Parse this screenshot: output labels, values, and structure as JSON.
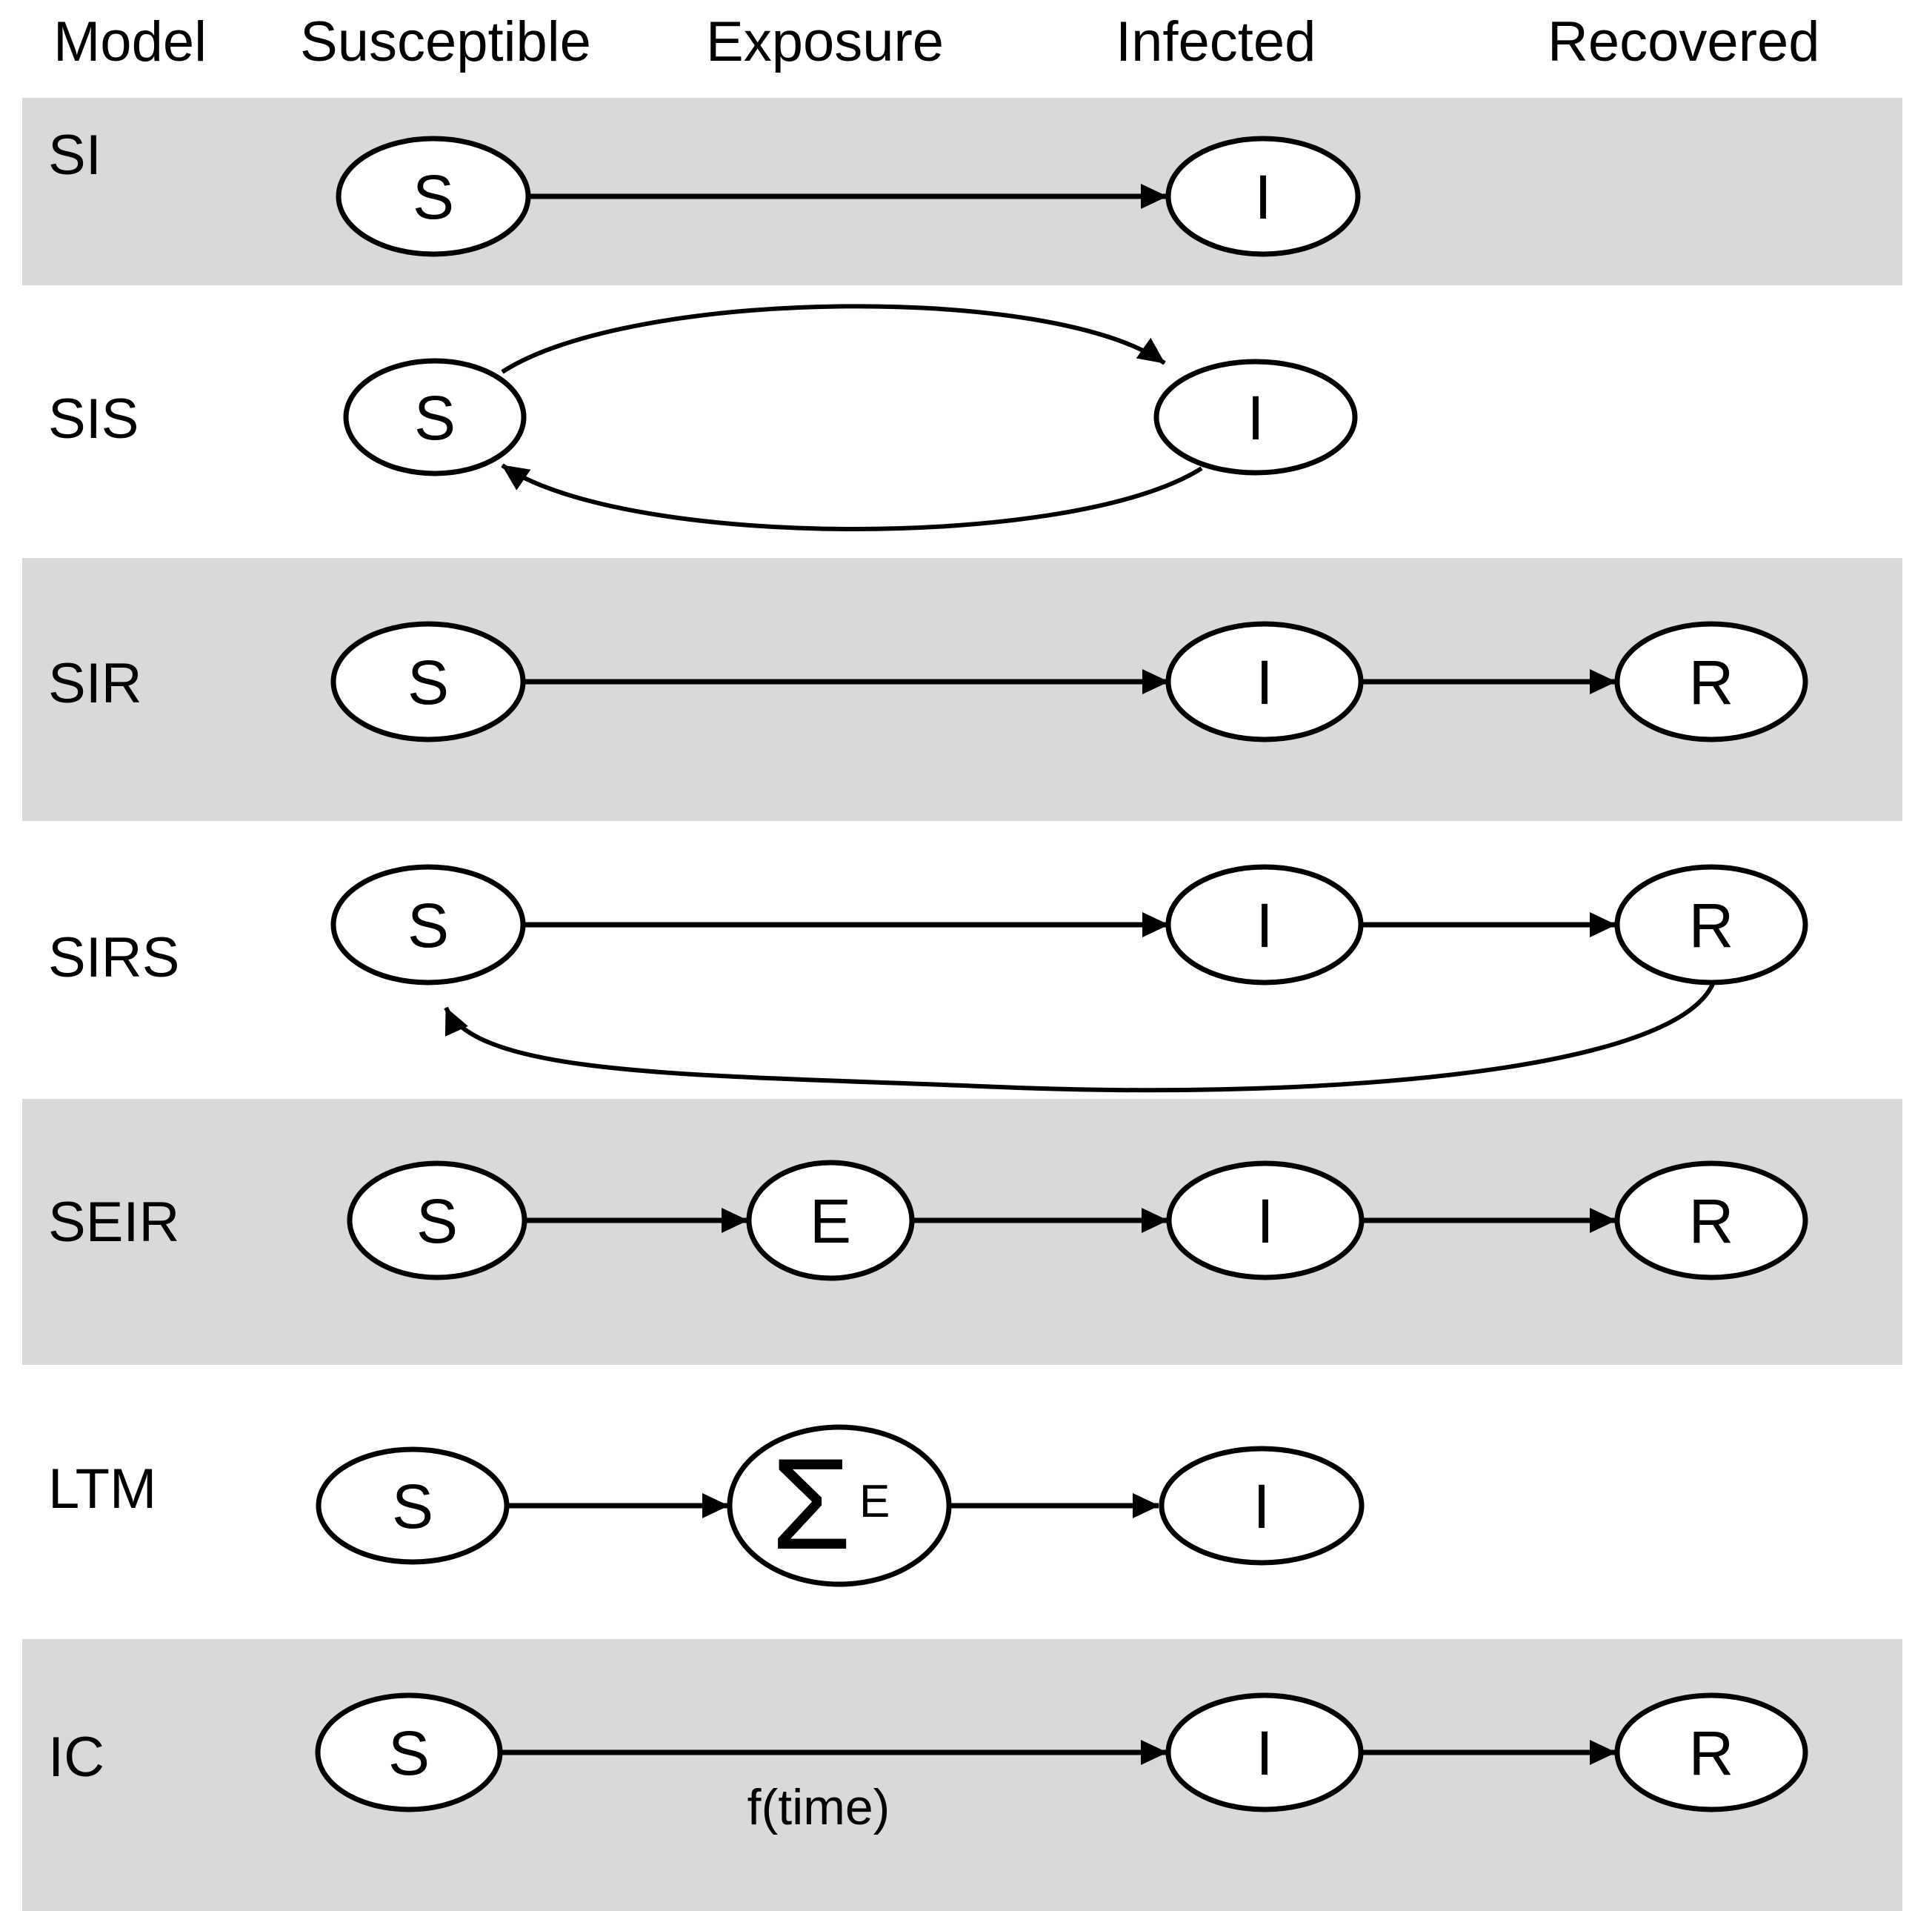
{
  "colors": {
    "band_fill": "#d9d9d9",
    "diagram_line": "#000000",
    "node_fill": "#ffffff",
    "page_background": "#ffffff"
  },
  "header": {
    "columns": [
      "Model",
      "Susceptible",
      "Exposure",
      "Infected",
      "Recovered"
    ]
  },
  "rows": [
    {
      "label": "SI",
      "shaded": true,
      "nodes": [
        {
          "letter": "S"
        },
        {
          "letter": "I"
        }
      ],
      "edges": [
        {
          "from": "S",
          "to": "I",
          "style": "straight-arrow"
        }
      ]
    },
    {
      "label": "SIS",
      "shaded": false,
      "nodes": [
        {
          "letter": "S"
        },
        {
          "letter": "I"
        }
      ],
      "edges": [
        {
          "from": "S",
          "to": "I",
          "style": "curved-over-arrow"
        },
        {
          "from": "I",
          "to": "S",
          "style": "curved-under-arrow"
        }
      ]
    },
    {
      "label": "SIR",
      "shaded": true,
      "nodes": [
        {
          "letter": "S"
        },
        {
          "letter": "I"
        },
        {
          "letter": "R"
        }
      ],
      "edges": [
        {
          "from": "S",
          "to": "I",
          "style": "straight-arrow"
        },
        {
          "from": "I",
          "to": "R",
          "style": "straight-arrow"
        }
      ]
    },
    {
      "label": "SIRS",
      "shaded": false,
      "nodes": [
        {
          "letter": "S"
        },
        {
          "letter": "I"
        },
        {
          "letter": "R"
        }
      ],
      "edges": [
        {
          "from": "S",
          "to": "I",
          "style": "straight-arrow"
        },
        {
          "from": "I",
          "to": "R",
          "style": "straight-arrow"
        },
        {
          "from": "R",
          "to": "S",
          "style": "curved-under-arrow"
        }
      ]
    },
    {
      "label": "SEIR",
      "shaded": true,
      "nodes": [
        {
          "letter": "S"
        },
        {
          "letter": "E"
        },
        {
          "letter": "I"
        },
        {
          "letter": "R"
        }
      ],
      "edges": [
        {
          "from": "S",
          "to": "E",
          "style": "straight-arrow"
        },
        {
          "from": "E",
          "to": "I",
          "style": "straight-arrow"
        },
        {
          "from": "I",
          "to": "R",
          "style": "straight-arrow"
        }
      ]
    },
    {
      "label": "LTM",
      "shaded": false,
      "nodes": [
        {
          "letter": "S"
        },
        {
          "symbol": "Σ",
          "subscript": "E"
        },
        {
          "letter": "I"
        }
      ],
      "edges": [
        {
          "from": "S",
          "to": "ΣE",
          "style": "straight-arrow"
        },
        {
          "from": "ΣE",
          "to": "I",
          "style": "straight-arrow"
        }
      ]
    },
    {
      "label": "IC",
      "shaded": true,
      "nodes": [
        {
          "letter": "S"
        },
        {
          "letter": "I"
        },
        {
          "letter": "R"
        }
      ],
      "edges": [
        {
          "from": "S",
          "to": "I",
          "style": "straight-arrow",
          "label": "f(time)"
        },
        {
          "from": "I",
          "to": "R",
          "style": "straight-arrow"
        }
      ],
      "edge_label": "f(time)"
    }
  ]
}
